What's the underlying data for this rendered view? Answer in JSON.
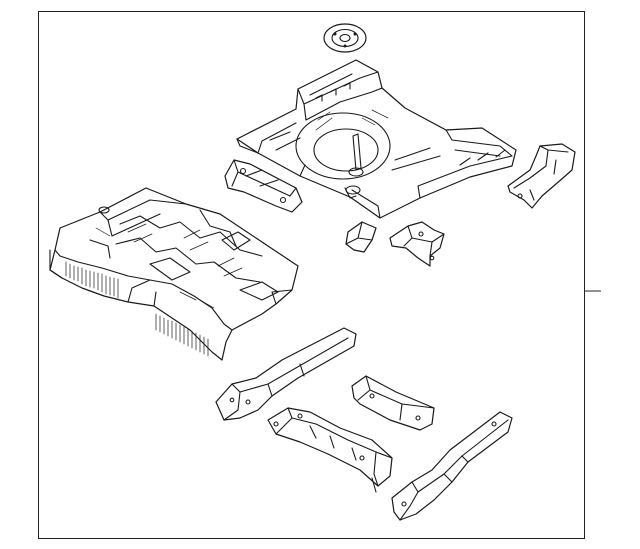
{
  "diagram": {
    "callout_labels": [],
    "colors": {
      "line": "#1a1a1a",
      "background": "#ffffff",
      "frame": "#222222"
    },
    "parts": [
      "floor-grommet",
      "rear-floor-pan",
      "front-floor-pan",
      "rear-floor-bracket",
      "side-bracket-right",
      "small-reinforcement-plate",
      "mounting-bracket",
      "front-side-member-left",
      "floor-crossmember",
      "seat-crossmember-reinforcement",
      "rear-side-member-right"
    ]
  }
}
